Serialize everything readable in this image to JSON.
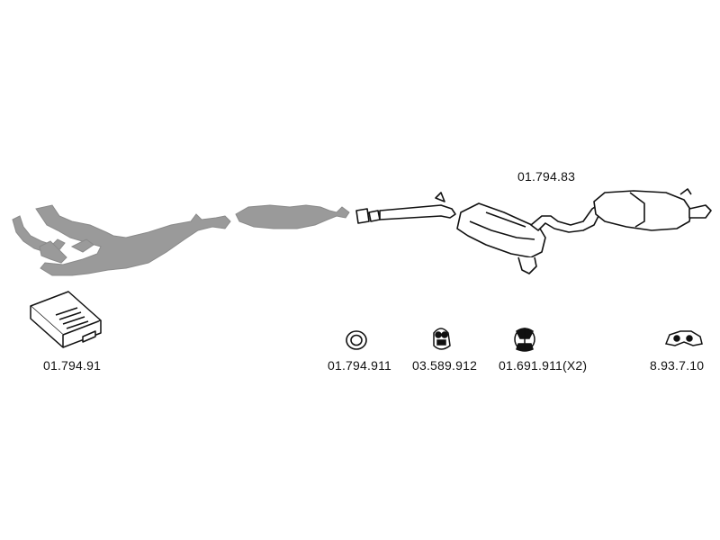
{
  "parts": [
    {
      "id": "rear-assembly",
      "label": "01.794.83",
      "icon": "rear-muffler-assembly"
    },
    {
      "id": "mounting-kit",
      "label": "01.794.91",
      "icon": "mounting-kit-box"
    },
    {
      "id": "gasket-ring",
      "label": "01.794.911",
      "icon": "gasket-ring"
    },
    {
      "id": "rubber-hanger",
      "label": "03.589.912",
      "icon": "rubber-hanger"
    },
    {
      "id": "mount-bushing",
      "label": "01.691.911(X2)",
      "icon": "mount-bushing"
    },
    {
      "id": "clamp",
      "label": "8.93.7.10",
      "icon": "clamp"
    }
  ],
  "colors": {
    "gray_part": "#9a9a9a",
    "outline": "#111111",
    "text": "#111111"
  }
}
